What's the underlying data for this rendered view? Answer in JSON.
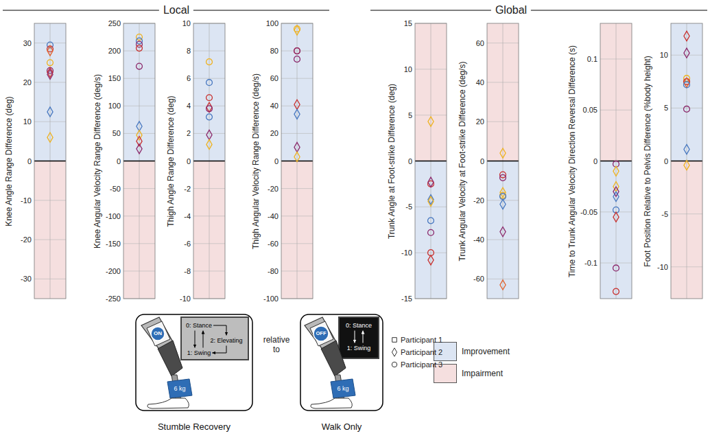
{
  "diagram": {
    "nodes": [
      {
        "text": [
          "Stumble Recovery"
        ]
      },
      {
        "text": [
          "0: Stance"
        ],
        "in": 0
      },
      {
        "text": [
          "2: Elevating"
        ],
        "in": 0
      },
      {
        "text": [
          "1: Swing"
        ],
        "in": 0
      },
      {
        "text": [
          "Walk Only"
        ]
      },
      {
        "text": [
          "0: Stance"
        ],
        "in": 4
      },
      {
        "text": [
          "1: Swing"
        ],
        "in": 4
      }
    ],
    "edges": [
      {
        "from": 1,
        "to": 2,
        "arrow": "to"
      },
      {
        "from": 2,
        "to": 3,
        "arrow": "to"
      },
      {
        "from": 1,
        "to": 3,
        "arrow": "to"
      },
      {
        "from": 3,
        "to": 1,
        "arrow": "to"
      },
      {
        "from": 5,
        "to": 6,
        "arrow": "to"
      },
      {
        "from": 6,
        "to": 5,
        "arrow": "to"
      }
    ],
    "labels": [
      "Local",
      "Global",
      "Knee Angle Range Difference (deg)",
      "30",
      "20",
      "10",
      "0",
      "-10",
      "-20",
      "-30",
      "Knee Angular Velocity Range Difference (deg/s)",
      "250",
      "200",
      "150",
      "100",
      "50",
      "0",
      "-50",
      "-100",
      "-150",
      "-200",
      "-250",
      "Thigh Angle Range Difference (deg)",
      "10",
      "8",
      "6",
      "4",
      "2",
      "0",
      "-2",
      "-4",
      "-6",
      "-8",
      "-10",
      "Thigh Angular Velocity Range Difference (deg/s)",
      "100",
      "80",
      "60",
      "40",
      "20",
      "0",
      "-20",
      "-40",
      "-60",
      "-80",
      "-100",
      "Trunk Angle at Foot-strike Difference (deg)",
      "15",
      "10",
      "5",
      "0",
      "-5",
      "-10",
      "-15",
      "Trunk Angular Velocity at Foot-strike Difference (deg/s)",
      "60",
      "40",
      "20",
      "0",
      "-20",
      "-40",
      "-60",
      "Time to Trunk Angular Velocity Direction Reversal Difference (s)",
      "0.1",
      "0.05",
      "0",
      "-0.05",
      "-0.1",
      "Foot Position Relative to Pelvis Difference (%body height)",
      "10",
      "5",
      "0",
      "-5",
      "-10",
      "ON",
      "6 kg",
      "relative to",
      "OFF",
      "6 kg"
    ],
    "legend": [
      {
        "text": "Participant 1"
      },
      {
        "text": "Participant 2"
      },
      {
        "text": "Participant 3"
      },
      {
        "text": "Improvement",
        "color": "#dce5f3"
      },
      {
        "text": "Impairment",
        "color": "#f5dfdf"
      }
    ]
  }
}
